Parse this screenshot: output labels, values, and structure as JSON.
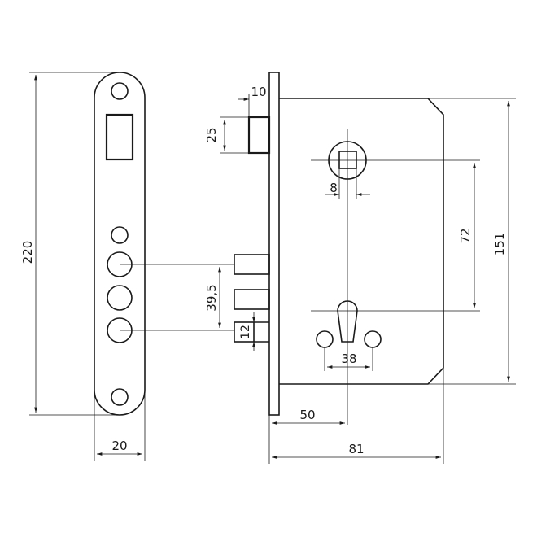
{
  "drawing": {
    "dimensions": {
      "faceplate_height": "220",
      "faceplate_width": "20",
      "latch_width": "10",
      "deadbolt_height": "25",
      "spindle_square": "8",
      "spindle_to_cylinder": "72",
      "case_height": "151",
      "bolt_spacing": "39,5",
      "small_bolt": "12",
      "keyhole_spacing": "38",
      "backset": "50",
      "case_depth": "81"
    }
  }
}
